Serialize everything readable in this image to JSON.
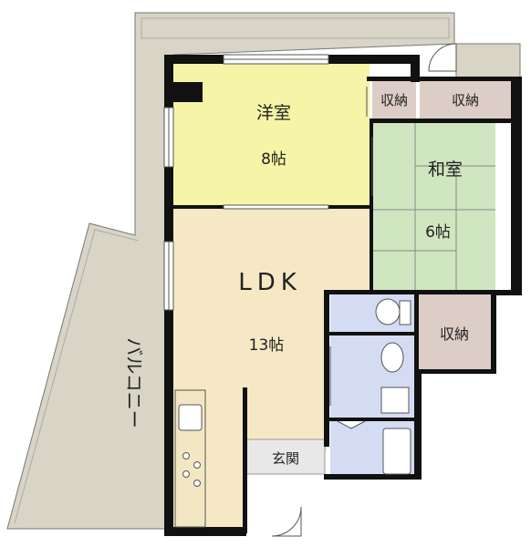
{
  "colors": {
    "balcony": "#d8d4c6",
    "western_room": "#f6f4a6",
    "ldk": "#f6e8c4",
    "japanese_room": "#cfe6c0",
    "storage": "#dccdc6",
    "water": "#d3dcf2",
    "entrance": "#e8e8e8",
    "wall": "#111111"
  },
  "rooms": {
    "western": {
      "name": "洋室",
      "size": "8帖"
    },
    "japanese": {
      "name": "和室",
      "size": "6帖"
    },
    "ldk": {
      "name": "LDK",
      "size": "13帖"
    },
    "storage_1": {
      "name": "収納"
    },
    "storage_2": {
      "name": "収納"
    },
    "storage_3": {
      "name": "収納"
    },
    "entrance": {
      "name": "玄関"
    },
    "balcony": {
      "name": "バルコニー"
    }
  }
}
